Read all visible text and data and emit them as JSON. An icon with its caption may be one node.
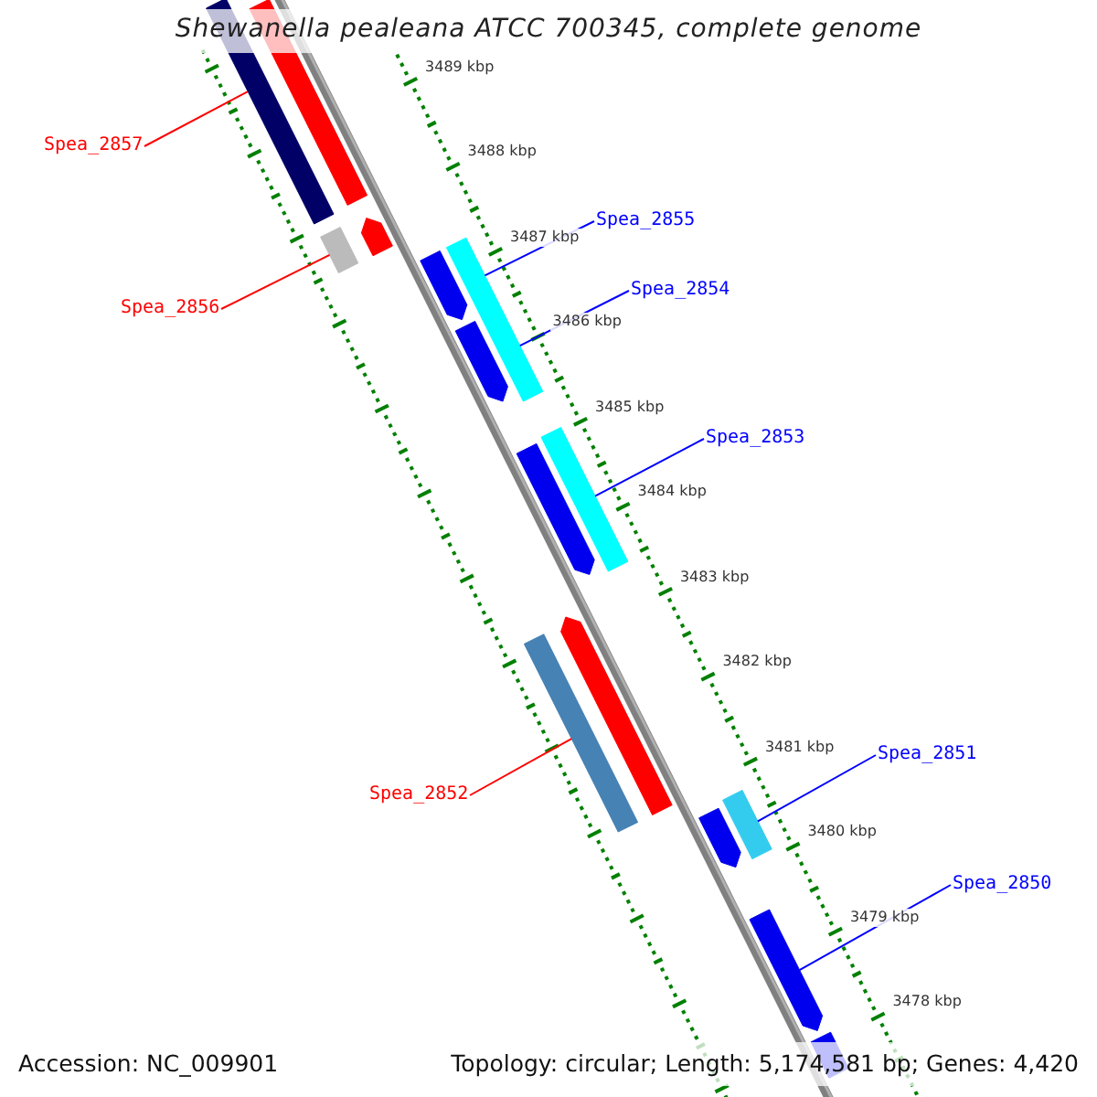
{
  "diagram": {
    "title": "Shewanella pealeana ATCC 700345, complete genome",
    "nodes": [
      {
        "text": [
          "Spea_2857"
        ]
      },
      {
        "text": [
          "Spea_2856"
        ]
      },
      {
        "text": [
          "Spea_2855"
        ]
      },
      {
        "text": [
          "Spea_2854"
        ]
      },
      {
        "text": [
          "Spea_2853"
        ]
      },
      {
        "text": [
          "Spea_2852"
        ]
      },
      {
        "text": [
          "Spea_2851"
        ]
      },
      {
        "text": [
          "Spea_2850"
        ]
      },
      {
        "text": [],
        "shape": "bar"
      },
      {
        "text": [],
        "shape": "bar"
      },
      {
        "text": [],
        "shape": "bar"
      },
      {
        "text": [],
        "shape": "pentagon"
      },
      {
        "text": [],
        "shape": "pentagon"
      },
      {
        "text": [],
        "shape": "bar"
      },
      {
        "text": [],
        "shape": "pentagon"
      },
      {
        "text": [],
        "shape": "bar"
      },
      {
        "text": [],
        "shape": "pentagon"
      },
      {
        "text": [],
        "shape": "bar"
      },
      {
        "text": [],
        "shape": "bar"
      },
      {
        "text": [],
        "shape": "pentagon"
      },
      {
        "text": [],
        "shape": "pentagon"
      },
      {
        "text": [],
        "shape": "bar"
      },
      {
        "text": [],
        "shape": "pentagon"
      },
      {
        "text": [],
        "shape": "bar"
      }
    ],
    "edges": [
      {
        "from": 0,
        "to": 8,
        "arrow": "none",
        "color": "#ff0000"
      },
      {
        "from": 1,
        "to": 10,
        "arrow": "none",
        "color": "#ff0000"
      },
      {
        "from": 2,
        "to": 13,
        "arrow": "none"
      },
      {
        "from": 3,
        "to": 15,
        "arrow": "none"
      },
      {
        "from": 4,
        "to": 17,
        "arrow": "none"
      },
      {
        "from": 5,
        "to": 18,
        "arrow": "none",
        "color": "#ff0000"
      },
      {
        "from": 6,
        "to": 21,
        "arrow": "none"
      },
      {
        "from": 7,
        "to": 22,
        "arrow": "none"
      }
    ],
    "labels": [
      "3489 kbp",
      "3488 kbp",
      "3487 kbp",
      "3486 kbp",
      "3485 kbp",
      "3484 kbp",
      "3483 kbp",
      "3482 kbp",
      "3481 kbp",
      "3480 kbp",
      "3479 kbp",
      "3478 kbp",
      "Accession: NC_009901",
      "Topology: circular; Length: 5,174,581 bp; Genes: 4,420"
    ]
  }
}
